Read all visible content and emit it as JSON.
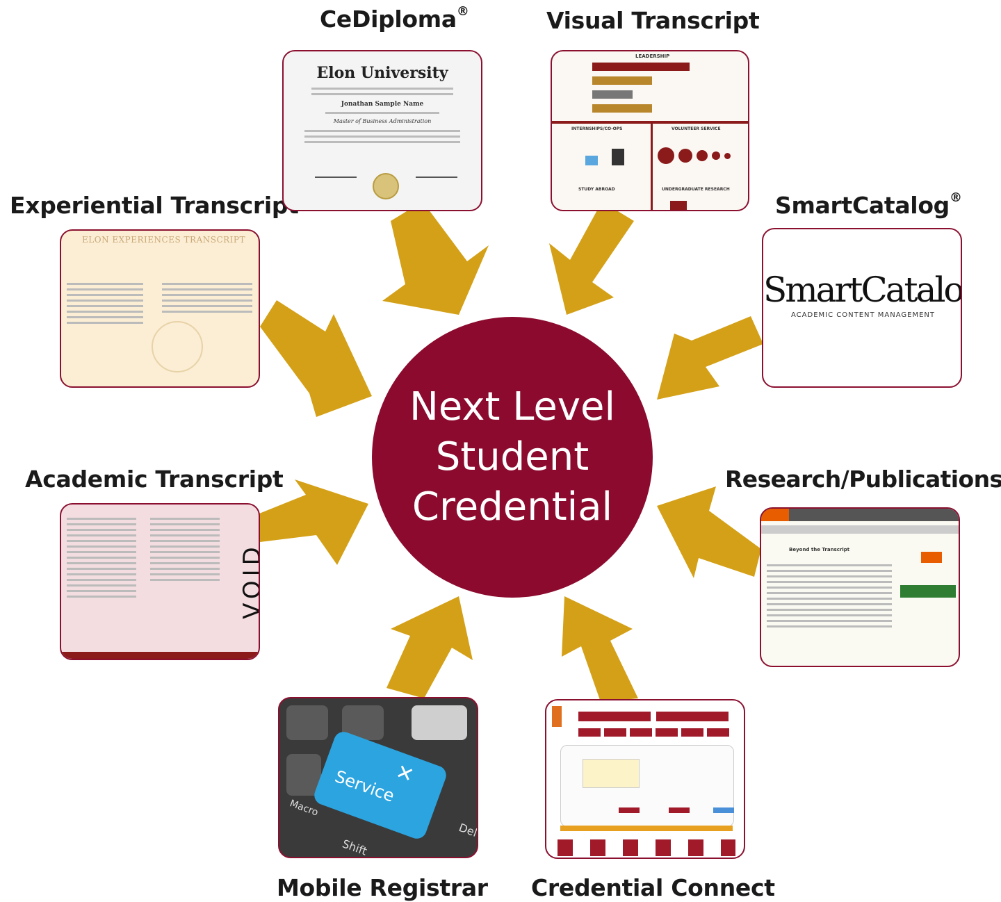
{
  "center": {
    "line1": "Next Level",
    "line2": "Student",
    "line3": "Credential"
  },
  "items": {
    "cediploma": {
      "label": "CeDiploma",
      "mark": "®"
    },
    "visual_transcript": {
      "label": "Visual Transcript"
    },
    "experiential_transcript": {
      "label": "Experiential Transcript"
    },
    "smartcatalog": {
      "label": "SmartCatalog",
      "mark": "®"
    },
    "academic_transcript": {
      "label": "Academic Transcript"
    },
    "research_publications": {
      "label": "Research/Publications"
    },
    "mobile_registrar": {
      "label": "Mobile Registrar"
    },
    "credential_connect": {
      "label": "Credential Connect"
    }
  },
  "thumbnails": {
    "diploma_title": "Elon University",
    "diploma_name": "Jonathan Sample Name",
    "diploma_degree": "Master of Business Administration",
    "visual_h1": "LEADERSHIP",
    "visual_h2": "INTERNSHIPS/CO-OPS",
    "visual_h3": "VOLUNTEER SERVICE",
    "visual_h4": "STUDY ABROAD",
    "visual_h5": "UNDERGRADUATE RESEARCH",
    "experiential_title": "ELON EXPERIENCES TRANSCRIPT",
    "smartcatalog_logo": "SmartCatalog",
    "smartcatalog_tagline": "ACADEMIC CONTENT MANAGEMENT",
    "academic_void": "VOID",
    "research_heading": "Beyond the Transcript",
    "service_key": "Service",
    "key_macro": "Macro",
    "key_shift": "Shift",
    "key_del": "Del"
  },
  "colors": {
    "hub": "#8b0a2e",
    "arrow": "#d4a017",
    "border": "#8b1030"
  }
}
